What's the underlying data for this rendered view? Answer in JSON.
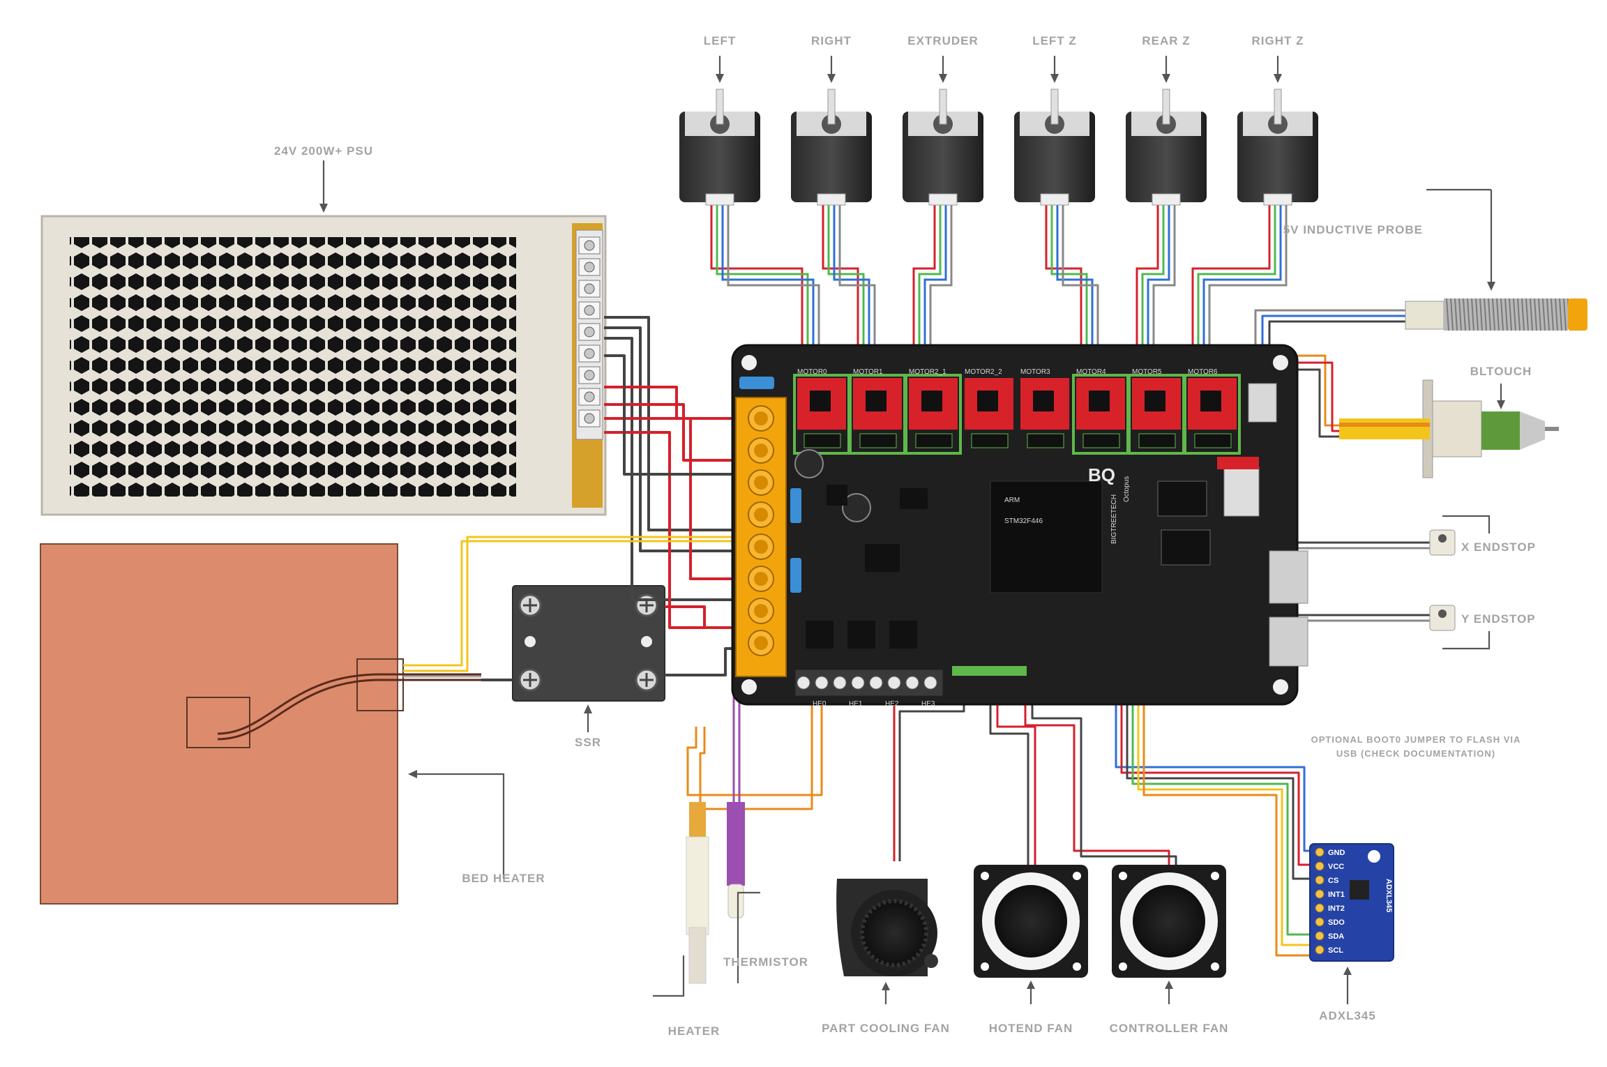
{
  "motors": [
    {
      "label": "LEFT"
    },
    {
      "label": "RIGHT"
    },
    {
      "label": "EXTRUDER"
    },
    {
      "label": "LEFT Z"
    },
    {
      "label": "REAR Z"
    },
    {
      "label": "RIGHT Z"
    }
  ],
  "psu": {
    "label": "24V 200W+ PSU"
  },
  "bed_heater": {
    "label": "BED HEATER"
  },
  "ssr": {
    "label": "SSR"
  },
  "probe": {
    "label": "5V INDUCTIVE PROBE"
  },
  "bltouch": {
    "label": "BLTOUCH"
  },
  "x_endstop": {
    "label": "X ENDSTOP"
  },
  "y_endstop": {
    "label": "Y ENDSTOP"
  },
  "boot_note": {
    "line1": "OPTIONAL BOOT0 JUMPER TO FLASH VIA",
    "line2": "USB (CHECK DOCUMENTATION)"
  },
  "adxl": {
    "label": "ADXL345",
    "chip_text": "ADXL345",
    "pins": [
      "GND",
      "VCC",
      "CS",
      "INT1",
      "INT2",
      "SDO",
      "SDA",
      "SCL"
    ]
  },
  "heater": {
    "label": "HEATER"
  },
  "thermistor": {
    "label": "THERMISTOR"
  },
  "part_fan": {
    "label": "PART COOLING FAN"
  },
  "hotend_fan": {
    "label": "HOTEND FAN"
  },
  "controller_fan": {
    "label": "CONTROLLER FAN"
  },
  "board": {
    "motor_ports": [
      "MOTOR0",
      "MOTOR1",
      "MOTOR2_1",
      "MOTOR2_2",
      "MOTOR3",
      "MOTOR4",
      "MOTOR5",
      "MOTOR6"
    ],
    "heater_ports": [
      "HE0",
      "HE1",
      "HE2",
      "HE3"
    ],
    "brand_text": "BIGTREETECH",
    "model_text": "Octopus",
    "logo_text": "BQ",
    "mcu_brand": "ARM",
    "mcu_text": "STM32F446"
  },
  "colors": {
    "board": "#1f1f1f",
    "driver_red": "#d8222a",
    "driver_green": "#5fb84a",
    "terminal_orange": "#f2a40c",
    "bed": "#dc8c6c",
    "psu_body": "#e7e2d8",
    "wire_red": "#d5202b",
    "wire_black": "#444444",
    "wire_yellow": "#f3c51b",
    "wire_orange": "#e88a1a",
    "wire_purple": "#9b4fb0",
    "wire_blue": "#2f6fd6",
    "wire_green": "#4fb84f",
    "adxl_blue": "#2543a6"
  }
}
